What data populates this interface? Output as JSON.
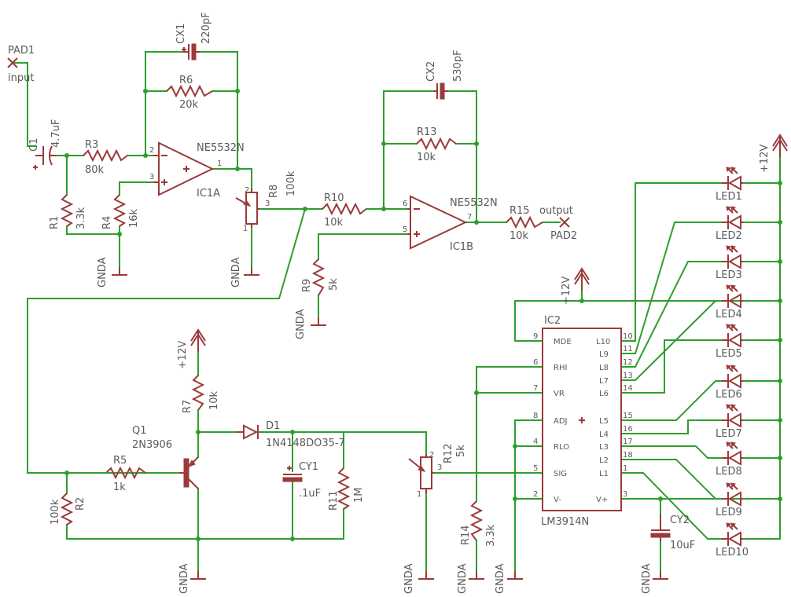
{
  "colors": {
    "wire": "#2e9e2e",
    "component": "#9a3a3a",
    "text": "#5a5a5a"
  },
  "labels": {
    "pad1": "PAD1",
    "input": "input",
    "c1": "C1",
    "c1v": "4.7uF",
    "r3": "R3",
    "r3v": "80k",
    "cx1": "CX1",
    "cx1v": "220pF",
    "r6": "R6",
    "r6v": "20k",
    "ic1a": "IC1A",
    "ic1a_part": "NE5532N",
    "r1": "R1",
    "r1v": "3.3k",
    "r4": "R4",
    "r4v": "16k",
    "gnda1": "GNDA",
    "gnda2": "GNDA",
    "r8": "R8",
    "r8v": "100k",
    "r10": "R10",
    "r10v": "10k",
    "cx2": "CX2",
    "cx2v": "530pF",
    "r13": "R13",
    "r13v": "10k",
    "ic1b": "IC1B",
    "ic1b_part": "NE5532N",
    "r15": "R15",
    "r15v": "10k",
    "output": "output",
    "pad2": "PAD2",
    "r9": "R9",
    "r9v": "5k",
    "gnda3": "GNDA",
    "p12a": "+12V",
    "r7": "R7",
    "r7v": "10k",
    "q1": "Q1",
    "q1v": "2N3906",
    "r5": "R5",
    "r5v": "1k",
    "r2": "R2",
    "r2v": "100k",
    "d1": "D1",
    "d1v": "1N4148DO35-7",
    "cy1": "CY1",
    "cy1v": ".1uF",
    "r11": "R11",
    "r11v": "1M",
    "gnda4": "GNDA",
    "r12": "R12",
    "r12v": "5k",
    "gnda5": "GNDA",
    "r14": "R14",
    "r14v": "3.3k",
    "gnda6": "GNDA",
    "gnda7": "GNDA",
    "p12b": "+12V",
    "ic2": "IC2",
    "ic2_part": "LM3914N",
    "cy2": "CY2",
    "cy2v": "10uF",
    "gnda8": "GNDA",
    "p12c": "+12V",
    "pin_mde": "MDE",
    "pin_rhi": "RHI",
    "pin_vr": "VR",
    "pin_adj": "ADJ",
    "pin_rlo": "RLO",
    "pin_sig": "SIG",
    "pin_vm": "V-",
    "pin_l10": "L10",
    "pin_l9": "L9",
    "pin_l8": "L8",
    "pin_l7": "L7",
    "pin_l6": "L6",
    "pin_l5": "L5",
    "pin_l4": "L4",
    "pin_l3": "L3",
    "pin_l2": "L2",
    "pin_l1": "L1",
    "pin_vp": "V+",
    "n9": "9",
    "n6": "6",
    "n7": "7",
    "n8": "8",
    "n4": "4",
    "n5": "5",
    "n2": "2",
    "n10": "10",
    "n11": "11",
    "n12": "12",
    "n13": "13",
    "n14": "14",
    "n15": "15",
    "n16": "16",
    "n17": "17",
    "n18": "18",
    "n1": "1",
    "n3": "3",
    "led1": "LED1",
    "led2": "LED2",
    "led3": "LED3",
    "led4": "LED4",
    "led5": "LED5",
    "led6": "LED6",
    "led7": "LED7",
    "led8": "LED8",
    "led9": "LED9",
    "led10": "LED10",
    "ic1a_p1": "1",
    "ic1a_p2": "2",
    "ic1a_p3": "3",
    "ic1b_p5": "5",
    "ic1b_p6": "6",
    "ic1b_p7": "7",
    "r8_p1": "1",
    "r8_p2": "2",
    "r8_p3": "3",
    "r12_p1": "1",
    "r12_p2": "2",
    "r12_p3": "3"
  }
}
